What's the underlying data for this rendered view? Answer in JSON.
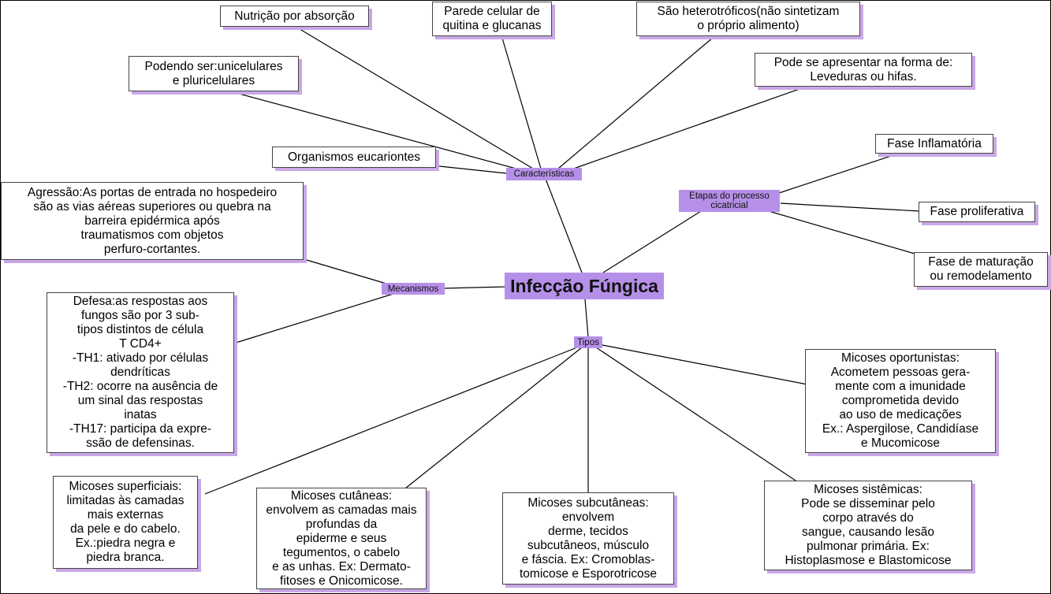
{
  "root": {
    "label": "Infecção Fúngica"
  },
  "hubs": {
    "caracteristicas": "Características",
    "etapas": "Etapas do processo\ncicatricial",
    "mecanismos": "Mecanismos",
    "tipos": "Tipos"
  },
  "caracteristicas": {
    "nutricao": "Nutrição por absorção",
    "parede": "Parede celular de\nquitina e glucanas",
    "heterotroficos": "São heterotróficos(não sintetizam\no próprio alimento)",
    "unicelulares": "Podendo ser:unicelulares\ne pluricelulares",
    "leveduras": "Pode se apresentar na forma de:\nLeveduras ou hifas.",
    "eucariontes": "Organismos eucariontes"
  },
  "etapas": {
    "inflamatoria": "Fase Inflamatória",
    "proliferativa": "Fase proliferativa",
    "maturacao": "Fase de maturação\nou remodelamento"
  },
  "mecanismos": {
    "agressao": "Agressão:As portas de entrada no hospedeiro\nsão as vias aéreas superiores ou quebra na\nbarreira epidérmica após\ntraumatismos com objetos\nperfuro-cortantes.",
    "defesa": "Defesa:as respostas aos\nfungos são por 3 sub-\ntipos distintos de célula\nT CD4+\n-TH1: ativado por células\ndendríticas\n-TH2: ocorre na ausência de\num sinal das respostas\ninatas\n-TH17: participa da expre-\nssão de defensinas."
  },
  "tipos": {
    "superficiais": "Micoses superficiais:\nlimitadas às camadas\nmais externas\nda pele e do cabelo.\nEx.:piedra negra e\npiedra branca.",
    "cutaneas": "Micoses cutâneas:\nenvolvem as camadas mais\nprofundas da\nepiderme e seus\ntegumentos, o cabelo\ne as unhas. Ex: Dermato-\nfitoses e Onicomicose.",
    "subcutaneas": "Micoses subcutâneas:\nenvolvem\nderme, tecidos\nsubcutâneos, músculo\ne fáscia. Ex: Cromoblas-\ntomicose e Esporotricose",
    "sistemicas": "Micoses sistêmicas:\nPode se disseminar pelo\ncorpo através do\nsangue, causando lesão\npulmonar primária. Ex:\nHistoplasmose e Blastomicose",
    "oportunistas": "Micoses oportunistas:\nAcometem pessoas gera-\nmente com a imunidade\ncomprometida devido\nao uso de medicações\nEx.: Aspergilose, Candidíase\ne Mucomicose"
  },
  "colors": {
    "node_fill": "#b690e8",
    "shadow": "#c9a8e6",
    "line": "#000000"
  }
}
